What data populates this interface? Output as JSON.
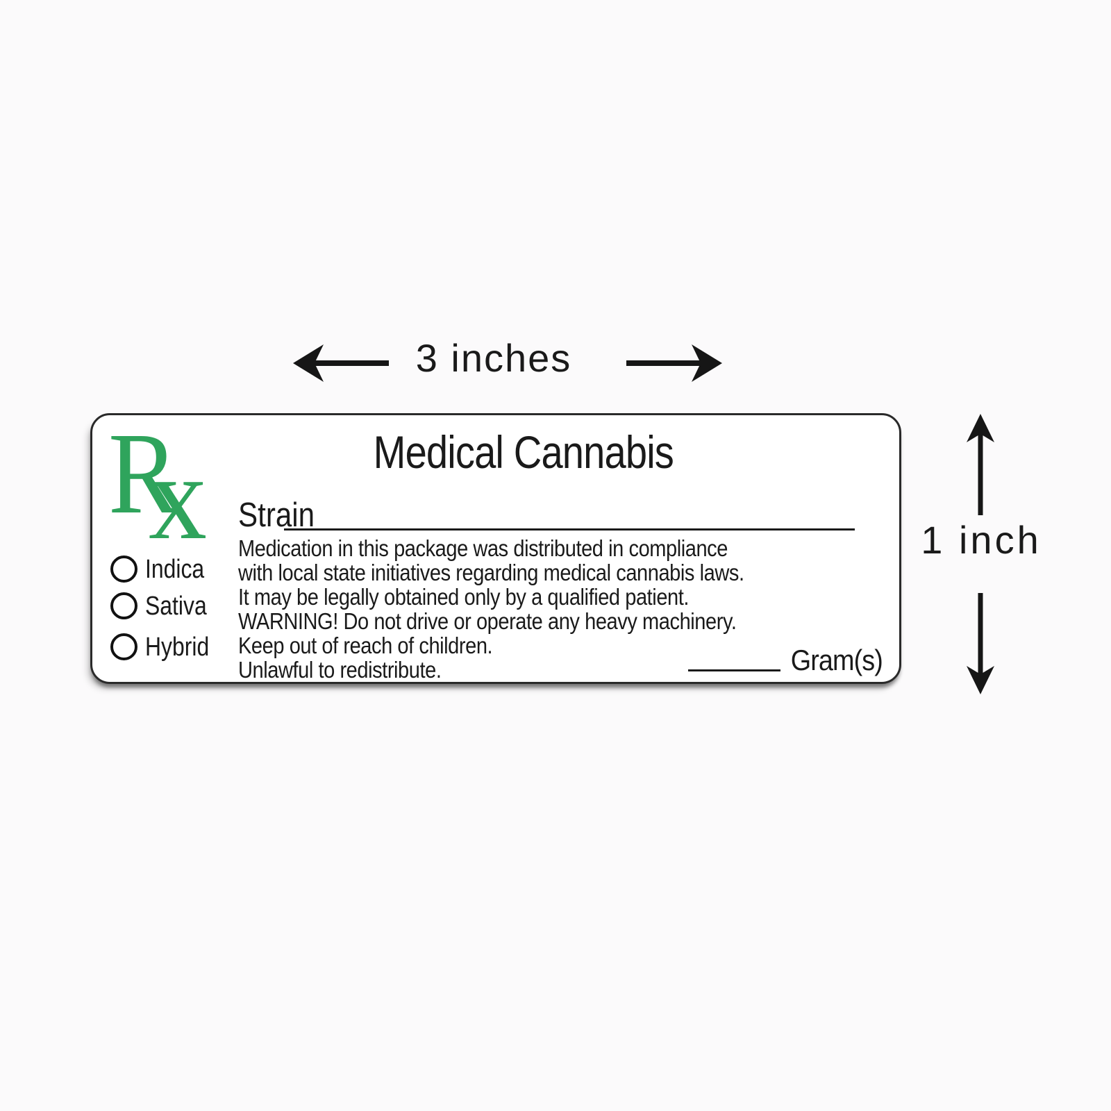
{
  "colors": {
    "rx-green": "#2fa45c",
    "ink": "#1a1a1a",
    "arrow": "#161616",
    "label-border": "#2a2a2a",
    "page-bg": "#fbfafb"
  },
  "dimensions": {
    "width_label": "3 inches",
    "height_label": "1 inch"
  },
  "label": {
    "rx_r": "R",
    "rx_x": "x",
    "title": "Medical Cannabis",
    "strain_field_label": "Strain",
    "strain_field_value": "",
    "strain_types": [
      {
        "label": "Indica"
      },
      {
        "label": "Sativa"
      },
      {
        "label": "Hybrid"
      }
    ],
    "warning_lines": [
      "Medication in this package was distributed in compliance",
      "with local state initiatives regarding medical cannabis laws.",
      "It may be legally obtained only by a qualified patient.",
      "WARNING! Do not drive or operate any heavy machinery.",
      "Keep out of reach of children.",
      "Unlawful to redistribute."
    ],
    "grams_value": "",
    "grams_label": "Gram(s)"
  }
}
